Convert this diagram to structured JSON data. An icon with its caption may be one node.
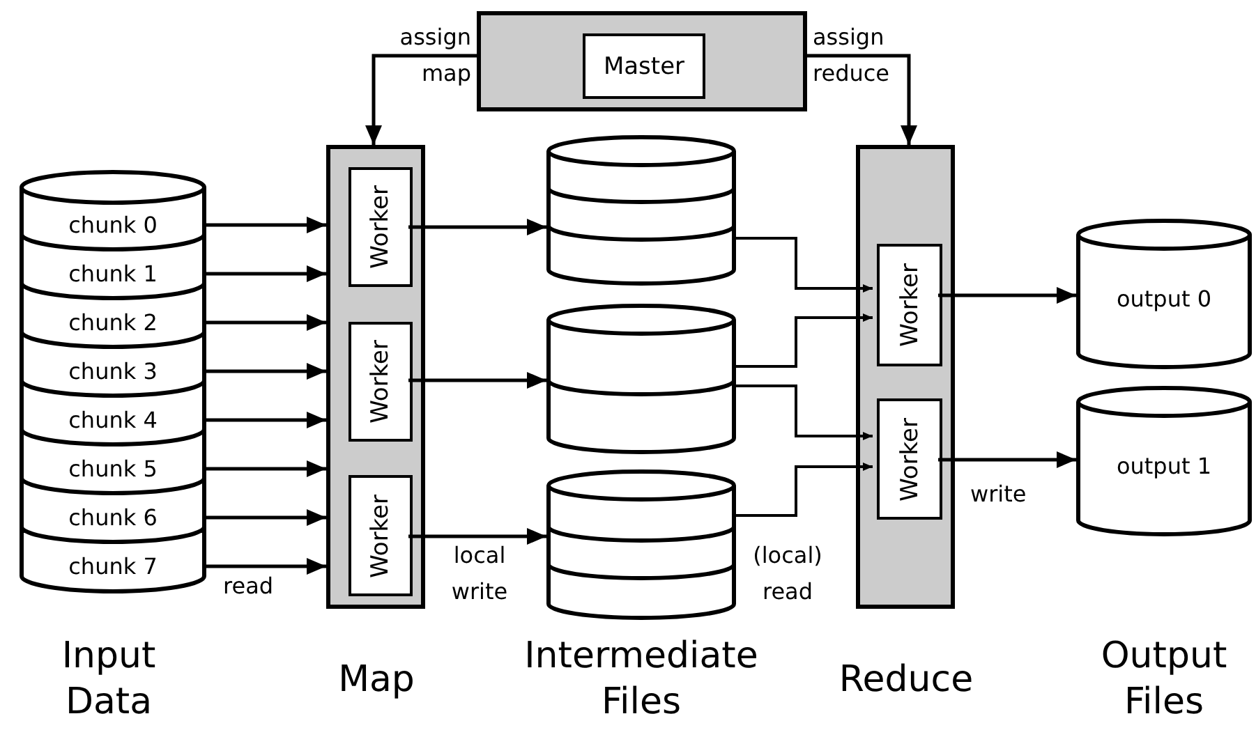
{
  "diagram": {
    "nodes": [
      {
        "text": [],
        "shape": "box"
      },
      {
        "text": [
          "Master"
        ],
        "in": 0
      },
      {
        "text": [],
        "shape": "cylinder"
      },
      {
        "text": [
          "chunk 0"
        ],
        "in": 2
      },
      {
        "text": [
          "chunk 1"
        ],
        "in": 2
      },
      {
        "text": [
          "chunk 2"
        ],
        "in": 2
      },
      {
        "text": [
          "chunk 3"
        ],
        "in": 2
      },
      {
        "text": [
          "chunk 4"
        ],
        "in": 2
      },
      {
        "text": [
          "chunk 5"
        ],
        "in": 2
      },
      {
        "text": [
          "chunk 6"
        ],
        "in": 2
      },
      {
        "text": [
          "chunk 7"
        ],
        "in": 2
      },
      {
        "text": [],
        "shape": "box"
      },
      {
        "text": [
          "Worker"
        ],
        "in": 11
      },
      {
        "text": [
          "Worker"
        ],
        "in": 11
      },
      {
        "text": [
          "Worker"
        ],
        "in": 11
      },
      {
        "text": [],
        "shape": "cylinder"
      },
      {
        "text": [],
        "shape": "cylinder"
      },
      {
        "text": [],
        "shape": "cylinder"
      },
      {
        "text": [],
        "shape": "box"
      },
      {
        "text": [
          "Worker"
        ],
        "in": 18
      },
      {
        "text": [
          "Worker"
        ],
        "in": 18
      },
      {
        "text": [
          "output 0"
        ]
      },
      {
        "text": [
          "output 1"
        ]
      }
    ],
    "edges": [
      {
        "from": 0,
        "to": 11,
        "arrow": "to",
        "label": "assign map"
      },
      {
        "from": 0,
        "to": 18,
        "arrow": "to",
        "label": "assign reduce"
      },
      {
        "from": 3,
        "to": 11,
        "arrow": "to"
      },
      {
        "from": 4,
        "to": 11,
        "arrow": "to"
      },
      {
        "from": 5,
        "to": 11,
        "arrow": "to"
      },
      {
        "from": 6,
        "to": 11,
        "arrow": "to"
      },
      {
        "from": 7,
        "to": 11,
        "arrow": "to"
      },
      {
        "from": 8,
        "to": 11,
        "arrow": "to"
      },
      {
        "from": 9,
        "to": 11,
        "arrow": "to"
      },
      {
        "from": 10,
        "to": 11,
        "arrow": "to",
        "label": "read"
      },
      {
        "from": 12,
        "to": 15,
        "arrow": "to"
      },
      {
        "from": 13,
        "to": 16,
        "arrow": "to"
      },
      {
        "from": 14,
        "to": 17,
        "arrow": "to",
        "label": "local write"
      },
      {
        "from": 15,
        "to": 19,
        "arrow": "to"
      },
      {
        "from": 16,
        "to": 19,
        "arrow": "to"
      },
      {
        "from": 16,
        "to": 20,
        "arrow": "to"
      },
      {
        "from": 17,
        "to": 20,
        "arrow": "to",
        "label": "(local) read"
      },
      {
        "from": 19,
        "to": 21,
        "arrow": "to"
      },
      {
        "from": 20,
        "to": 22,
        "arrow": "to",
        "label": "write"
      }
    ],
    "labels": [
      "Input Data",
      "Map",
      "Intermediate Files",
      "Reduce",
      "Output Files"
    ]
  }
}
